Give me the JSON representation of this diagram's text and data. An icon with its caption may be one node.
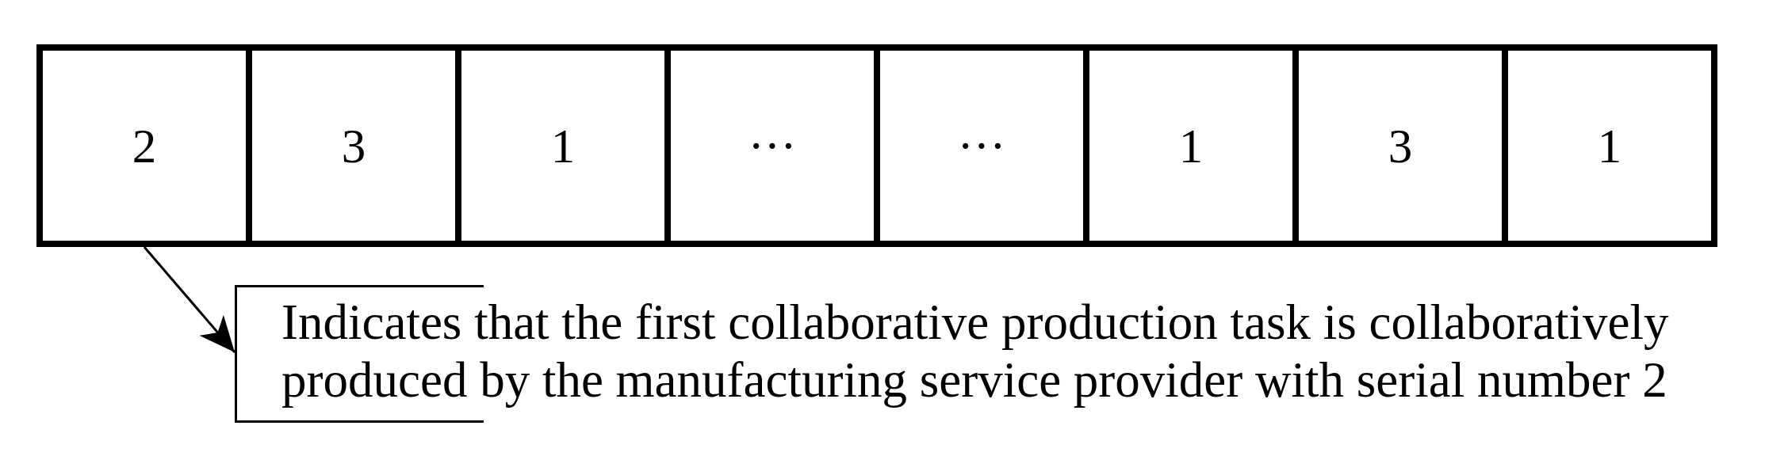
{
  "diagram": {
    "nodes": [
      {
        "text": [
          "2"
        ]
      },
      {
        "text": [
          "3"
        ]
      },
      {
        "text": [
          "1"
        ]
      },
      {
        "text": [
          "···"
        ]
      },
      {
        "text": [
          "···"
        ]
      },
      {
        "text": [
          "1"
        ]
      },
      {
        "text": [
          "3"
        ]
      },
      {
        "text": [
          "1"
        ]
      },
      {
        "text": [
          "Indicates that the first collaborative production task is collaboratively produced by the manufacturing service provider with serial number 2"
        ]
      }
    ],
    "edges": [
      {
        "from": 0,
        "to": 8,
        "arrow": "to"
      }
    ]
  }
}
